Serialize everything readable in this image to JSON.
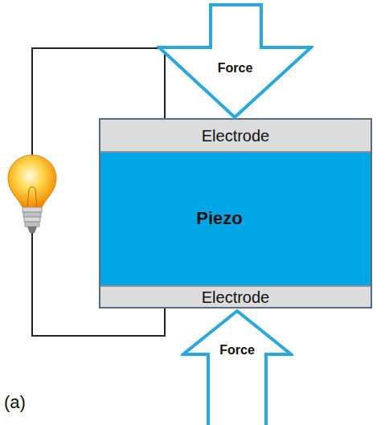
{
  "diagram": {
    "nodes": [
      {
        "text": [
          "Force"
        ]
      },
      {
        "text": [
          "Electrode"
        ]
      },
      {
        "text": [
          "Piezo"
        ]
      },
      {
        "text": [
          "Electrode"
        ]
      },
      {
        "text": [
          "Force"
        ]
      }
    ],
    "labels": [
      "(a)"
    ]
  }
}
